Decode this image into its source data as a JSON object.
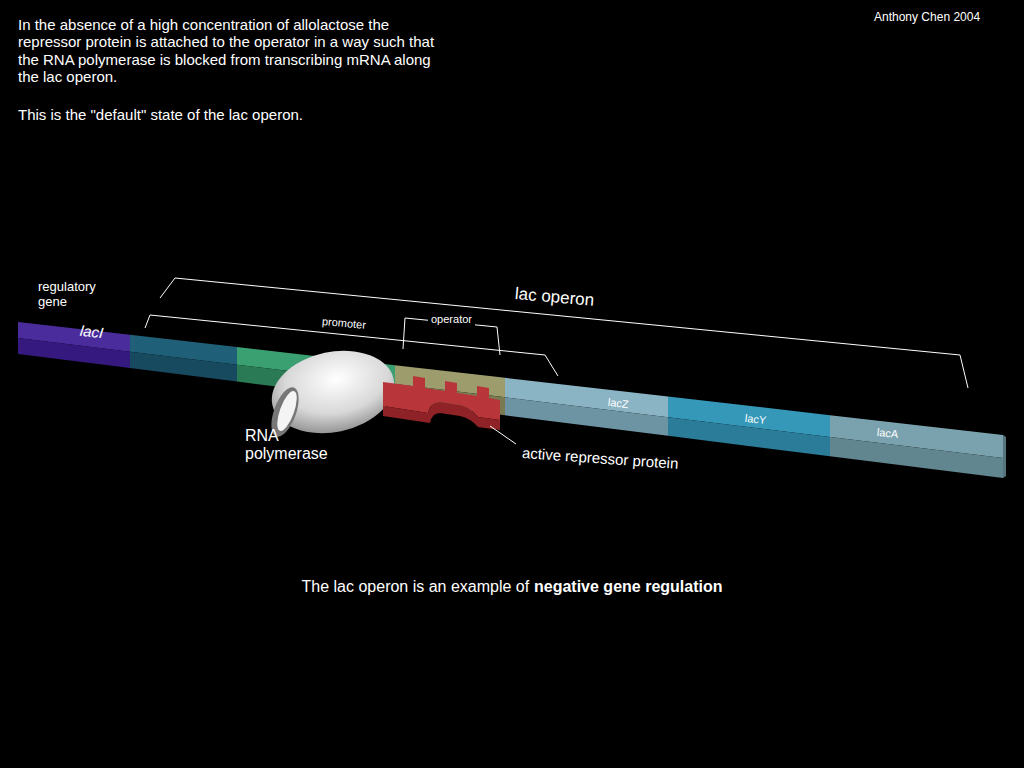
{
  "diagram": {
    "nodes": [
      {
        "text": [
          "lacI"
        ]
      },
      {
        "text": [
          "lacZ"
        ]
      },
      {
        "text": [
          "lacY"
        ]
      },
      {
        "text": [
          "lacA"
        ]
      }
    ],
    "labels": [
      "In the absence of a high concentration of allolactose the repressor protein is attached to the operator in a way such that the RNA polymerase is blocked from transcribing mRNA along the lac operon.",
      "This is the \"default\" state of the lac operon.",
      "Anthony Chen 2004",
      "regulatory gene",
      "lac operon",
      "promoter",
      "operator",
      "RNA polymerase",
      "active repressor protein",
      "The lac operon is an example of",
      "negative gene regulation"
    ]
  }
}
